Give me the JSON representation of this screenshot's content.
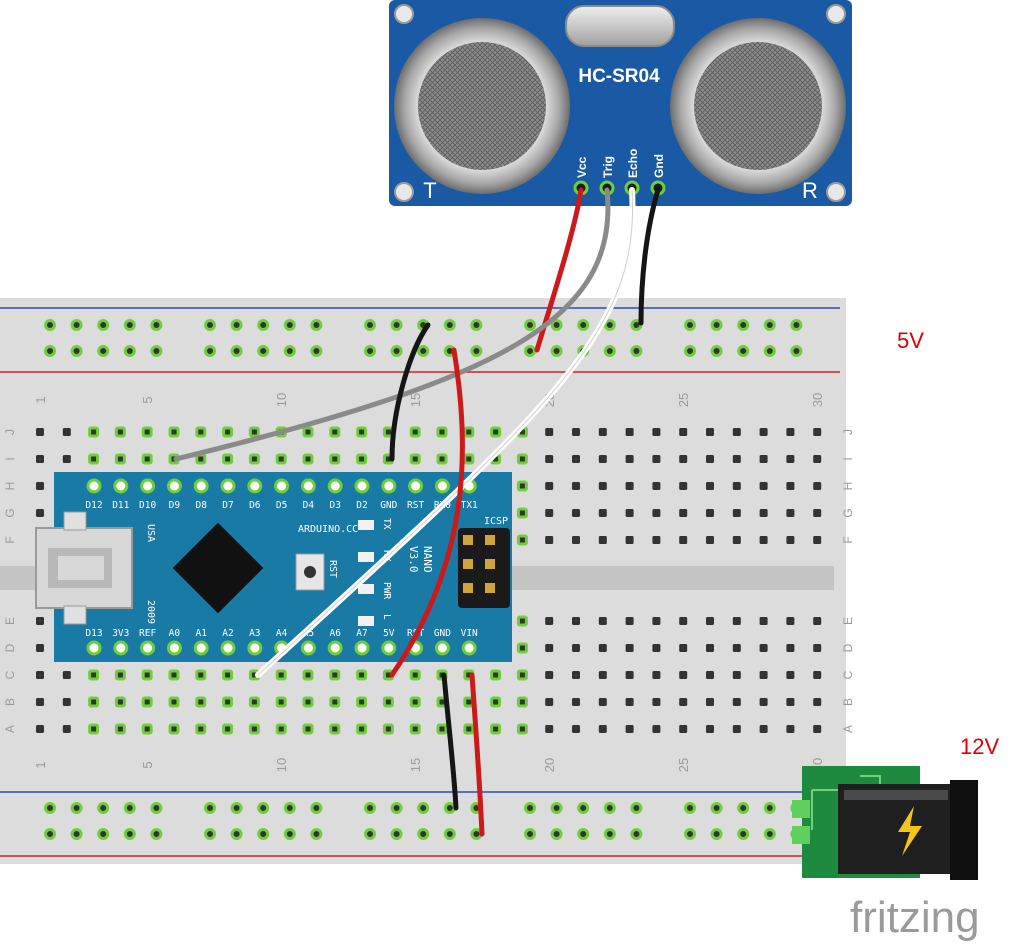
{
  "sensor": {
    "model": "HC-SR04",
    "pins": [
      "Vcc",
      "Trig",
      "Echo",
      "Gnd"
    ],
    "t_label": "T",
    "r_label": "R"
  },
  "breadboard": {
    "col_numbers": [
      "1",
      "5",
      "10",
      "15",
      "20",
      "25",
      "30"
    ],
    "row_letters_top": [
      "J",
      "I",
      "H",
      "G",
      "F"
    ],
    "row_letters_bottom": [
      "E",
      "D",
      "C",
      "B",
      "A"
    ]
  },
  "arduino": {
    "top_pins": [
      "D12",
      "D11",
      "D10",
      "D9",
      "D8",
      "D7",
      "D6",
      "D5",
      "D4",
      "D3",
      "D2",
      "GND",
      "RST",
      "RX0",
      "TX1"
    ],
    "bottom_pins": [
      "D13",
      "3V3",
      "REF",
      "A0",
      "A1",
      "A2",
      "A3",
      "A4",
      "A5",
      "A6",
      "A7",
      "5V",
      "RST",
      "GND",
      "VIN"
    ],
    "brand": "ARDUINO.CC",
    "model": "NANO",
    "version": "V3.0",
    "icsp": "ICSP",
    "usb_label": "USA",
    "year": "2009",
    "rst_label": "RST",
    "led_labels": [
      "TX",
      "RX",
      "PWR",
      "L"
    ]
  },
  "labels": {
    "rail_voltage": "5V",
    "supply_voltage": "12V",
    "watermark": "fritzing"
  },
  "colors": {
    "board_blue": "#1a5aa5",
    "wire_red": "#cc1a1a",
    "wire_gray": "#8a8a8a",
    "wire_black": "#151515",
    "wire_white": "#ffffff",
    "pin_green": "#6fcf3a",
    "label_red": "#e00000"
  }
}
